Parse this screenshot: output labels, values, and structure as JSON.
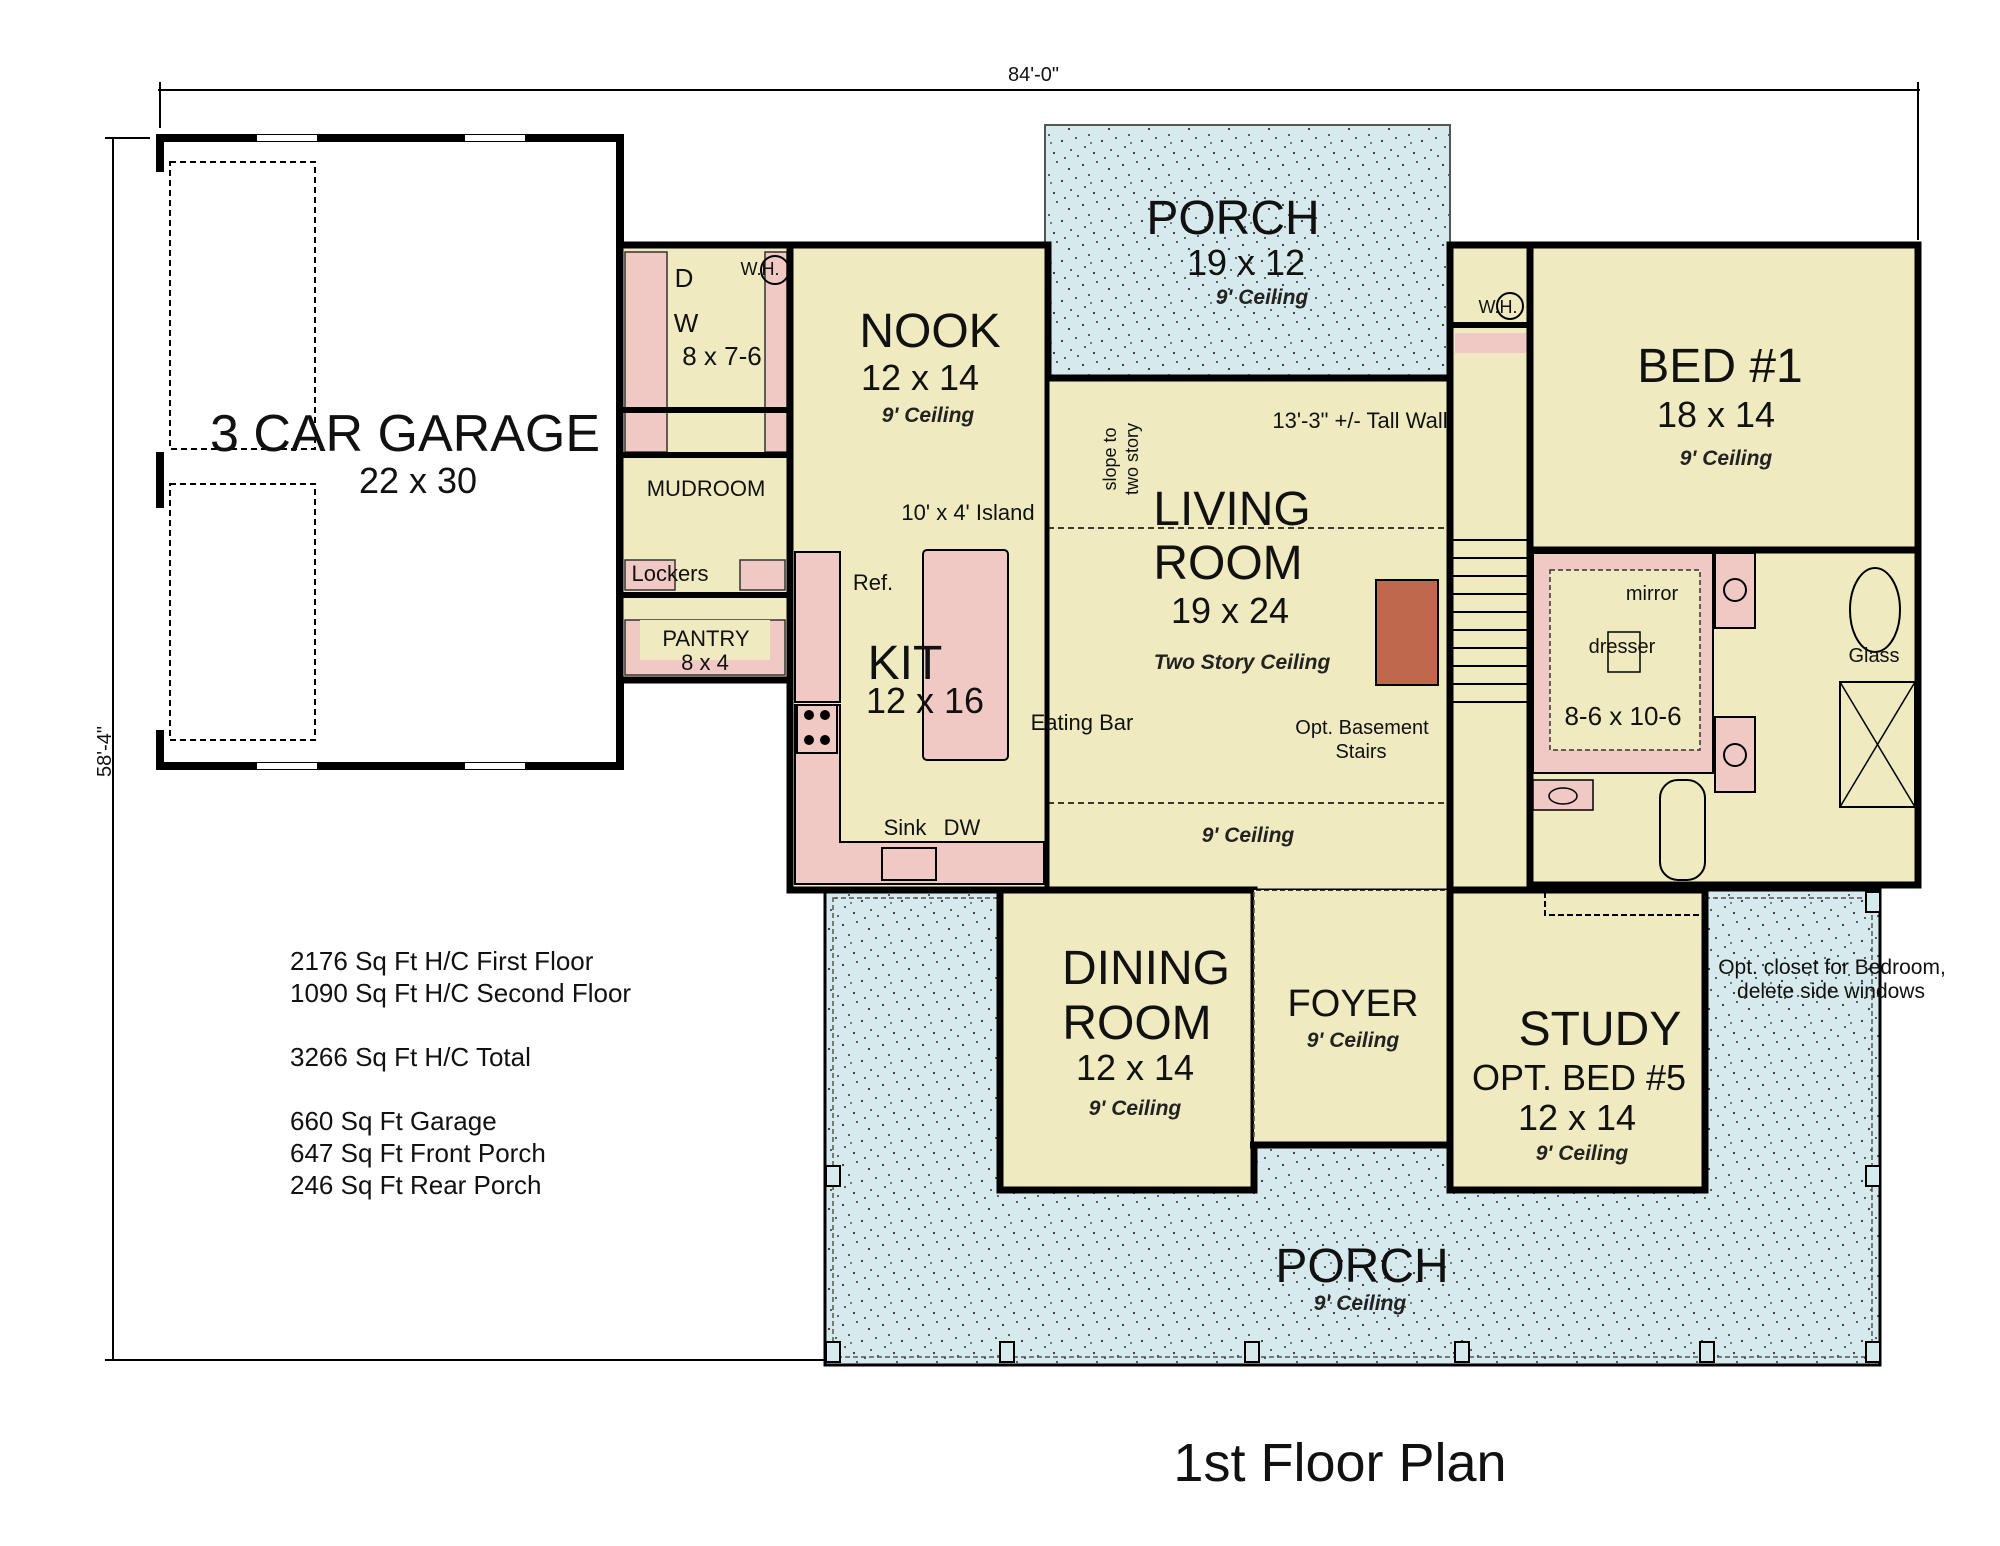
{
  "plan": {
    "title": "1st Floor Plan",
    "dimensions": {
      "overall_width": "84'-0\"",
      "overall_depth": "58'-4\""
    },
    "colors": {
      "living_fill": "#f0eac0",
      "porch_fill": "#d6e9ec",
      "cabinet_fill": "#f0c9c4",
      "fireplace_fill": "#c0684e",
      "wall": "#000000",
      "garage_fill": "#ffffff"
    },
    "rooms": {
      "garage": {
        "name": "3 CAR GARAGE",
        "size": "22 x 30"
      },
      "laundry": {
        "dryer": "D",
        "washer": "W",
        "size": "8 x 7-6",
        "water_heater": "W.H."
      },
      "mudroom": {
        "name": "MUDROOM",
        "lockers": "Lockers"
      },
      "pantry": {
        "name": "PANTRY",
        "size": "8 x 4"
      },
      "nook": {
        "name": "NOOK",
        "size": "12 x 14",
        "ceiling": "9' Ceiling"
      },
      "kitchen": {
        "name": "KIT",
        "size": "12 x 16",
        "ref": "Ref.",
        "island": "10' x 4' Island",
        "eating_bar": "Eating Bar",
        "sink": "Sink",
        "dw": "DW"
      },
      "rear_porch": {
        "name": "PORCH",
        "size": "19 x 12",
        "ceiling": "9' Ceiling"
      },
      "living": {
        "name_line1": "LIVING",
        "name_line2": "ROOM",
        "size": "19 x 24",
        "ceiling": "Two Story Ceiling",
        "tall_wall": "13'-3\" +/- Tall Wall",
        "slope_line1": "slope to",
        "slope_line2": "two story",
        "lower_ceiling": "9' Ceiling"
      },
      "stairs": {
        "note_line1": "Opt. Basement",
        "note_line2": "Stairs",
        "water_heater": "W.H."
      },
      "bed1": {
        "name": "BED #1",
        "size": "18 x 14",
        "ceiling": "9' Ceiling"
      },
      "closet": {
        "size": "8-6 x 10-6",
        "mirror": "mirror",
        "dresser": "dresser"
      },
      "master_bath": {
        "glass": "Glass"
      },
      "dining": {
        "name_line1": "DINING",
        "name_line2": "ROOM",
        "size": "12 x 14",
        "ceiling": "9' Ceiling"
      },
      "foyer": {
        "name": "FOYER",
        "ceiling": "9' Ceiling"
      },
      "study": {
        "name": "STUDY",
        "alt": "OPT. BED #5",
        "size": "12 x 14",
        "ceiling": "9' Ceiling",
        "note_line1": "Opt. closet for Bedroom,",
        "note_line2": "delete side windows"
      },
      "front_porch": {
        "name": "PORCH",
        "ceiling": "9' Ceiling"
      }
    },
    "areas": [
      "2176 Sq Ft H/C First Floor",
      "1090 Sq Ft H/C Second Floor",
      "3266 Sq Ft H/C Total",
      "660 Sq Ft Garage",
      "647 Sq Ft Front Porch",
      "246 Sq Ft Rear Porch"
    ]
  }
}
